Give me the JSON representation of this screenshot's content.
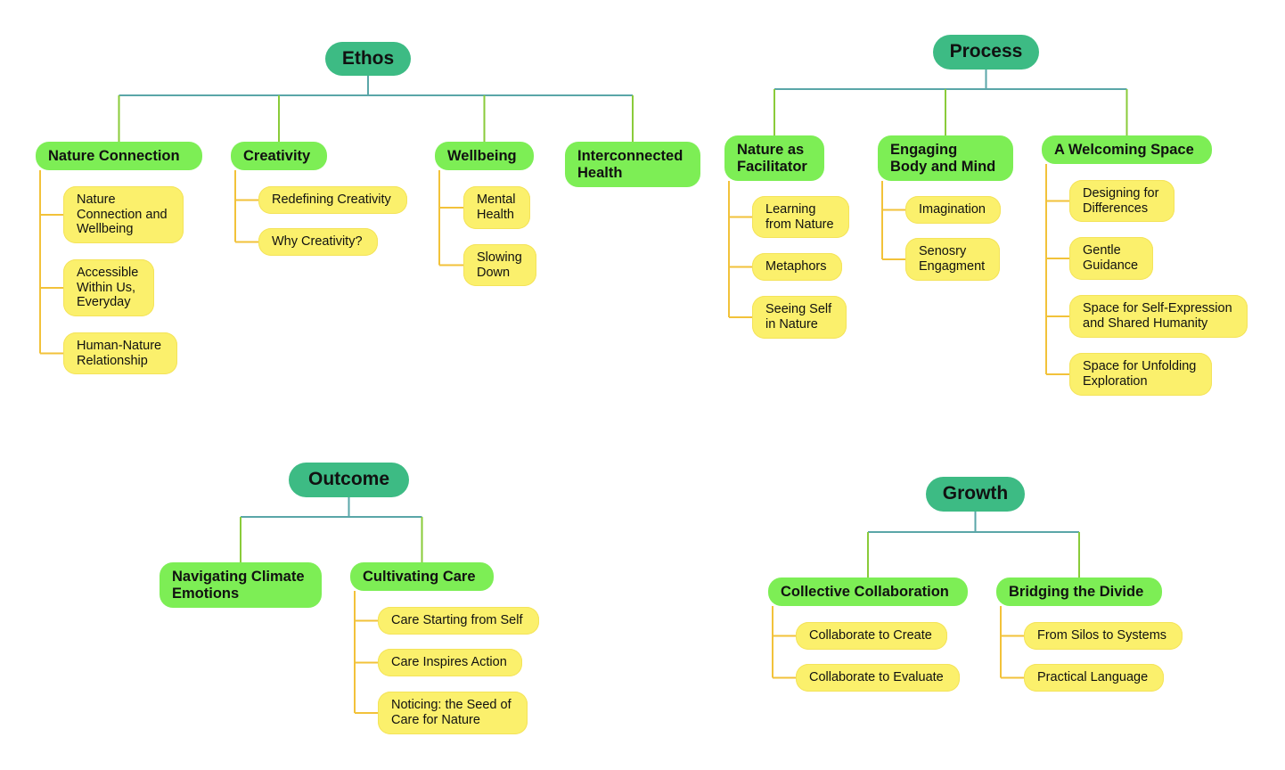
{
  "colors": {
    "root_fill": "#3dbb84",
    "branch_fill": "#7dee55",
    "leaf_fill": "#fbf06c",
    "root_connector": "#5aa6a8",
    "branch_connector": "#8acb3a",
    "leaf_connector": "#f2c23a"
  },
  "maps": [
    {
      "root": "Ethos",
      "branches": [
        {
          "label": "Nature Connection",
          "leaves": [
            "Nature\nConnection and\nWellbeing",
            "Accessible\nWithin Us,\nEveryday",
            "Human-Nature\nRelationship"
          ]
        },
        {
          "label": "Creativity",
          "leaves": [
            "Redefining Creativity",
            "Why Creativity?"
          ]
        },
        {
          "label": "Wellbeing",
          "leaves": [
            "Mental\nHealth",
            "Slowing\nDown"
          ]
        },
        {
          "label": "Interconnected\nHealth",
          "leaves": []
        }
      ]
    },
    {
      "root": "Process",
      "branches": [
        {
          "label": "Nature as\nFacilitator",
          "leaves": [
            "Learning\nfrom Nature",
            "Metaphors",
            "Seeing Self\nin Nature"
          ]
        },
        {
          "label": "Engaging\nBody and Mind",
          "leaves": [
            "Imagination",
            "Senosry\nEngagment"
          ]
        },
        {
          "label": "A Welcoming Space",
          "leaves": [
            "Designing for\nDifferences",
            "Gentle\nGuidance",
            "Space for Self-Expression\nand Shared Humanity",
            "Space for Unfolding\nExploration"
          ]
        }
      ]
    },
    {
      "root": "Outcome",
      "branches": [
        {
          "label": "Navigating Climate\nEmotions",
          "leaves": []
        },
        {
          "label": "Cultivating Care",
          "leaves": [
            "Care Starting from Self",
            "Care Inspires Action",
            "Noticing: the Seed of\nCare for Nature"
          ]
        }
      ]
    },
    {
      "root": "Growth",
      "branches": [
        {
          "label": "Collective Collaboration",
          "leaves": [
            "Collaborate to Create",
            "Collaborate to Evaluate"
          ]
        },
        {
          "label": "Bridging the Divide",
          "leaves": [
            "From Silos to Systems",
            "Practical Language"
          ]
        }
      ]
    }
  ]
}
